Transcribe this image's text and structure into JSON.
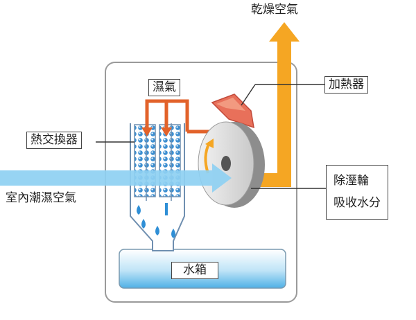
{
  "labels": {
    "dry_air": "乾燥空氣",
    "heater": "加熱器",
    "humid_air_loop": "濕氣",
    "heat_exchanger": "熱交換器",
    "desiccant_wheel": "除溼輪",
    "absorb_moisture": "吸收水分",
    "indoor_humid_air": "室內潮濕空氣",
    "water_tank": "水箱"
  },
  "colors": {
    "dry_air_arrow": "#F5A623",
    "humid_air_arrow": "#8ED0F2",
    "loop_pipe": "#E2622A",
    "heater": "#E8705A",
    "wheel": "#D9D9D9",
    "water": "#4FB0E6",
    "exchanger": "#3D8FD1"
  }
}
